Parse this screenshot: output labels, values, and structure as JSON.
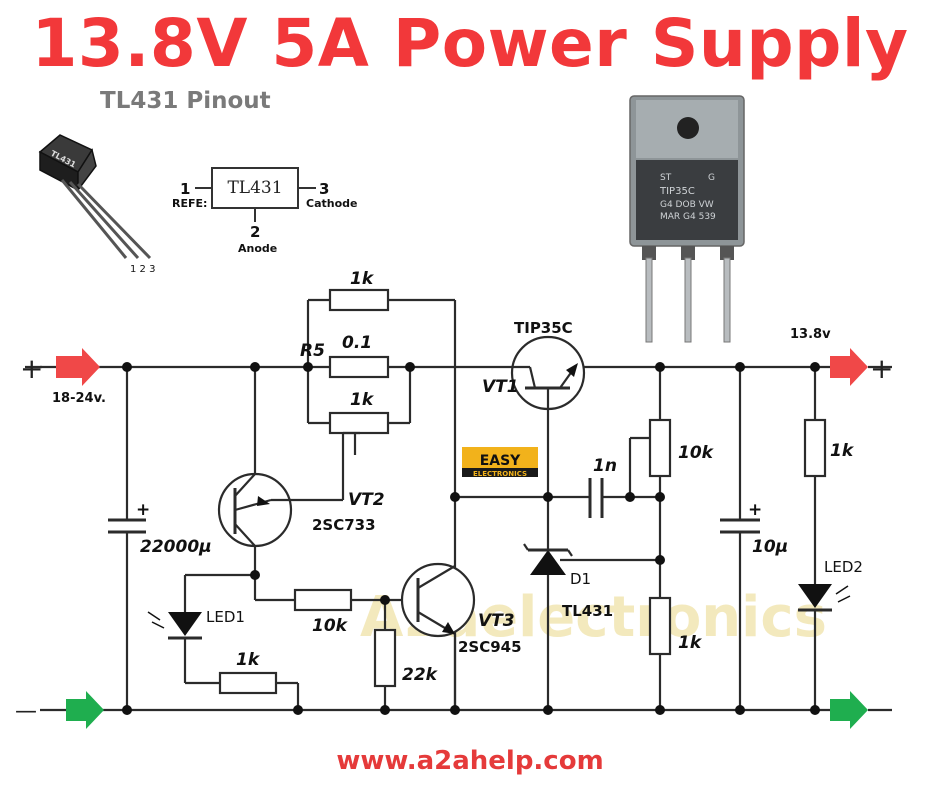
{
  "title": "13.8V 5A Power Supply",
  "pinout": {
    "heading": "TL431 Pinout",
    "chip_label": "TL431",
    "pin1_num": "1",
    "pin1_name": "REFE:",
    "pin2_num": "2",
    "pin2_name": "Anode",
    "pin3_num": "3",
    "pin3_name": "Cathode",
    "package_text": "TL431",
    "package_pins": "1 2 3"
  },
  "transistor_photo": {
    "marking_lines": [
      "TIP35C",
      "G4 DOB VW",
      "MAR G4 539"
    ],
    "logo": "ST",
    "suffix": "G"
  },
  "circuit": {
    "input_plus": "+",
    "input_minus": "—",
    "input_label": "18-24v.",
    "output_plus": "+",
    "output_minus": "—",
    "output_label": "13.8v",
    "components": {
      "r_top": "1k",
      "r5_name": "R5",
      "r5_value": "0.1",
      "pot_1k": "1k",
      "c_input": "22000µ",
      "c_input_plus": "+",
      "vt1_name": "VT1",
      "vt1_part": "TIP35C",
      "vt2_name": "VT2",
      "vt2_part": "2SC733",
      "vt3_name": "VT3",
      "vt3_part": "2SC945",
      "r_10k_mid": "10k",
      "r_22k": "22k",
      "r_1k_led1": "1k",
      "led1": "LED1",
      "c_1n": "1n",
      "pot_10k": "10k",
      "d1": "D1",
      "d1_part": "TL431",
      "r_1k_lower": "1k",
      "c_out": "10µ",
      "c_out_plus": "+",
      "r_1k_led2": "1k",
      "led2": "LED2"
    },
    "badge_top": "EASY",
    "badge_bottom": "ELECTRONICS",
    "watermark": "A2aelectronics"
  },
  "colors": {
    "title": "#f2383a",
    "plus_arrow": "#f04848",
    "minus_arrow": "#1fae4f",
    "badge": "#f2b21b",
    "footer": "#e53a3a"
  },
  "footer": "www.a2ahelp.com"
}
